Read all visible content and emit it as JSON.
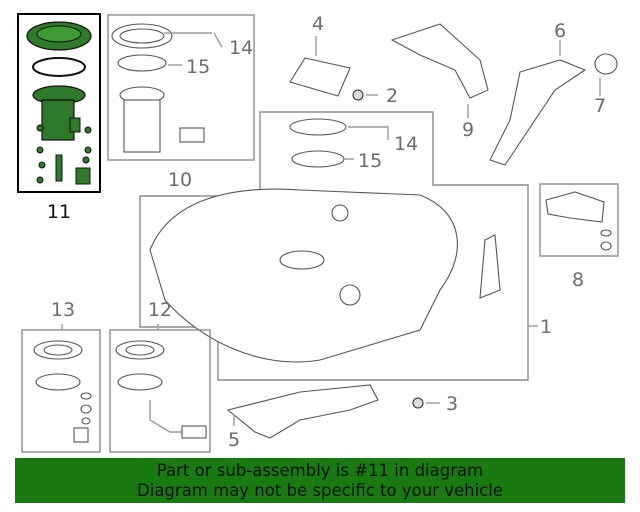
{
  "callouts": {
    "c1": "1",
    "c2": "2",
    "c3": "3",
    "c4": "4",
    "c5": "5",
    "c6": "6",
    "c7": "7",
    "c8": "8",
    "c9": "9",
    "c10": "10",
    "c11": "11",
    "c12": "12",
    "c13": "13",
    "c14a": "14",
    "c14b": "14",
    "c15a": "15",
    "c15b": "15"
  },
  "footer": {
    "line1": "Part or sub-assembly is #11 in diagram",
    "line2": "Diagram may not be specific to your vehicle"
  },
  "colors": {
    "footer_bg": "#1a7a12",
    "highlight_box": "#000000",
    "highlight_part": "#2f7a2a"
  }
}
